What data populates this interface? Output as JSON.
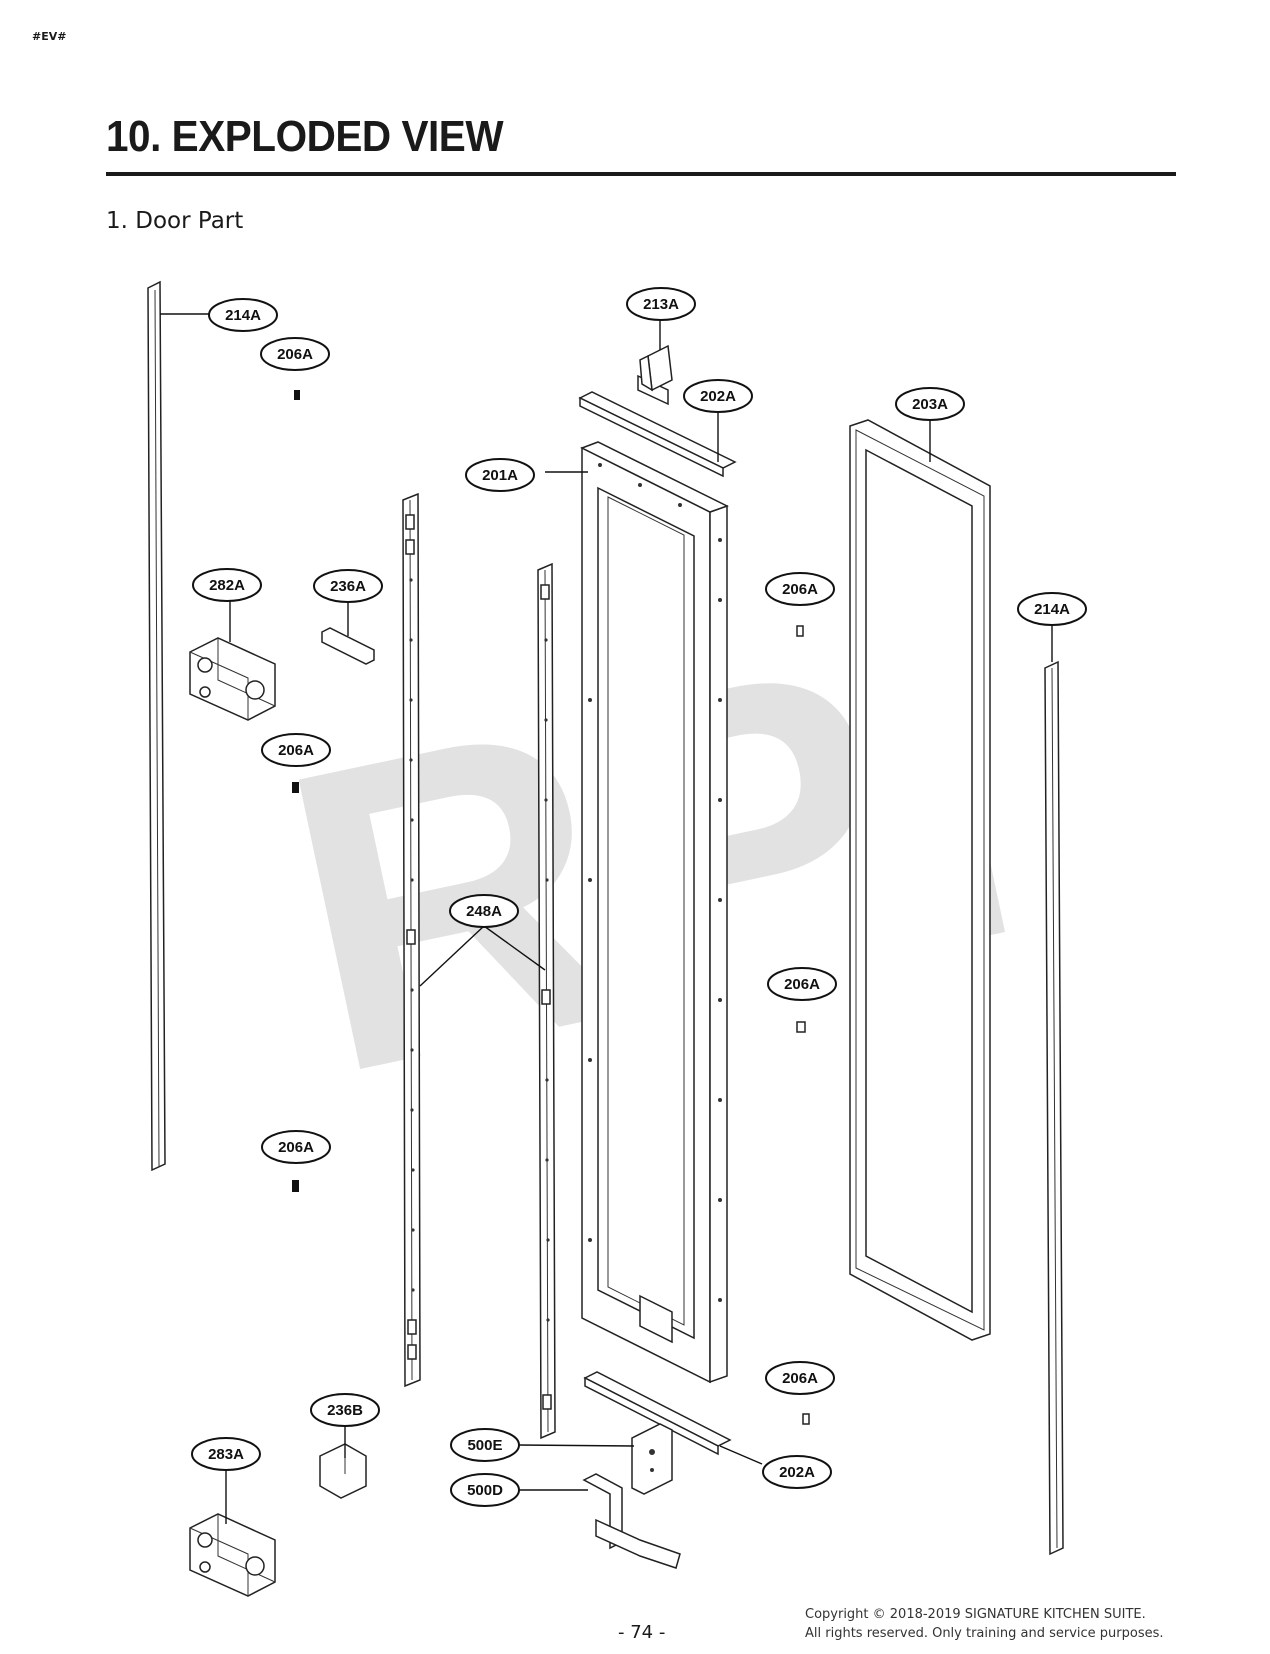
{
  "header_tag": "#EV#",
  "title": "10. EXPLODED VIEW",
  "subtitle": "1. Door Part",
  "watermark": "RPI",
  "callouts": {
    "c214A_left": "214A",
    "c206A_1": "206A",
    "c213A": "213A",
    "c202A_top": "202A",
    "c203A": "203A",
    "c201A": "201A",
    "c282A": "282A",
    "c236A": "236A",
    "c206A_2": "206A",
    "c214A_right": "214A",
    "c206A_3": "206A",
    "c248A": "248A",
    "c206A_4": "206A",
    "c206A_5": "206A",
    "c206A_6": "206A",
    "c236B": "236B",
    "c283A": "283A",
    "c500E": "500E",
    "c202A_bottom": "202A",
    "c500D": "500D"
  },
  "page_number": "- 74 -",
  "copyright": {
    "line1": "Copyright © 2018-2019 SIGNATURE KITCHEN SUITE.",
    "line2": "All rights reserved. Only training and service purposes."
  }
}
